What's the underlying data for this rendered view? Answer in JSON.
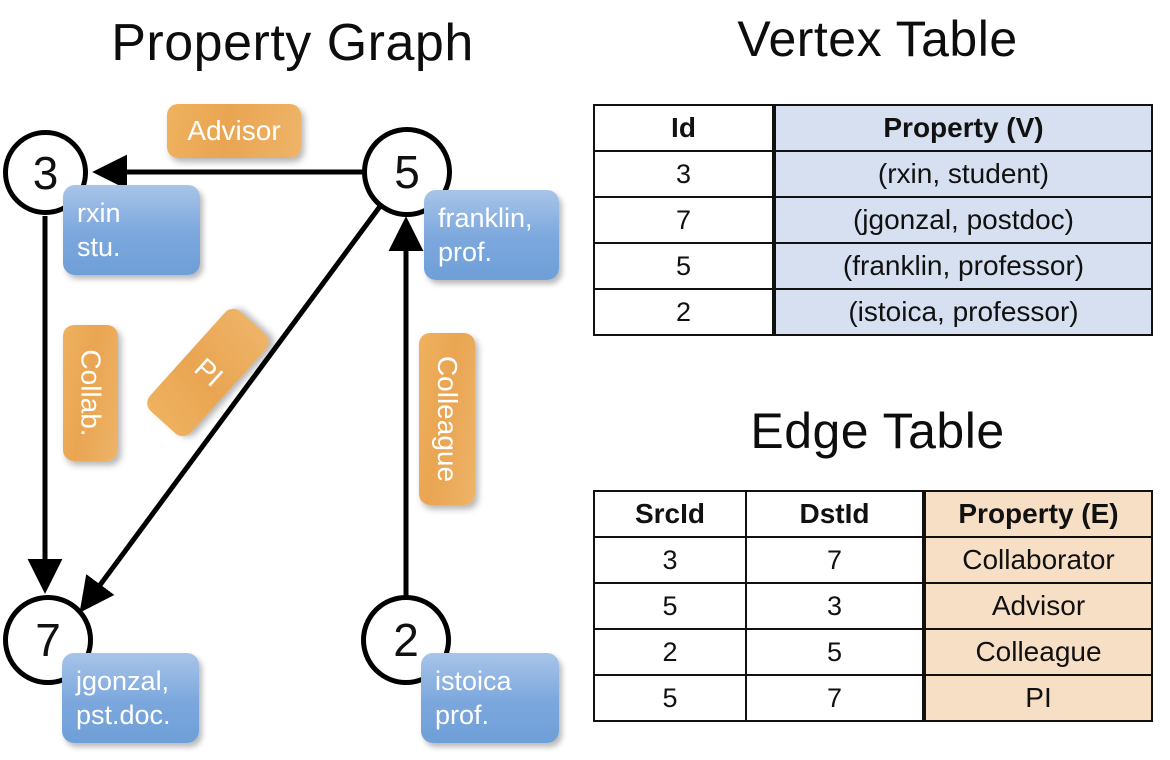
{
  "titles": {
    "property_graph": "Property Graph",
    "vertex_table": "Vertex Table",
    "edge_table": "Edge Table"
  },
  "graph": {
    "nodes": [
      {
        "id": "3",
        "name": "rxin",
        "role": "stu."
      },
      {
        "id": "5",
        "name": "franklin,",
        "role": "prof."
      },
      {
        "id": "7",
        "name": "jgonzal,",
        "role": "pst.doc."
      },
      {
        "id": "2",
        "name": "istoica",
        "role": "prof."
      }
    ],
    "edge_labels": {
      "advisor": "Advisor",
      "collab": "Collab.",
      "pi": "PI",
      "colleague": "Colleague"
    }
  },
  "vertex_table": {
    "headers": [
      "Id",
      "Property (V)"
    ],
    "rows": [
      {
        "id": "3",
        "property": "(rxin, student)"
      },
      {
        "id": "7",
        "property": "(jgonzal, postdoc)"
      },
      {
        "id": "5",
        "property": "(franklin, professor)"
      },
      {
        "id": "2",
        "property": "(istoica, professor)"
      }
    ]
  },
  "edge_table": {
    "headers": [
      "SrcId",
      "DstId",
      "Property (E)"
    ],
    "rows": [
      {
        "src": "3",
        "dst": "7",
        "property": "Collaborator"
      },
      {
        "src": "5",
        "dst": "3",
        "property": "Advisor"
      },
      {
        "src": "2",
        "dst": "5",
        "property": "Colleague"
      },
      {
        "src": "5",
        "dst": "7",
        "property": "PI"
      }
    ]
  },
  "colors": {
    "vertex_property_fill": "#d6e0f0",
    "edge_property_fill": "#f7dfc6",
    "node_bubble_blue": "#7ba7dd",
    "edge_label_orange": "#e9a552"
  }
}
